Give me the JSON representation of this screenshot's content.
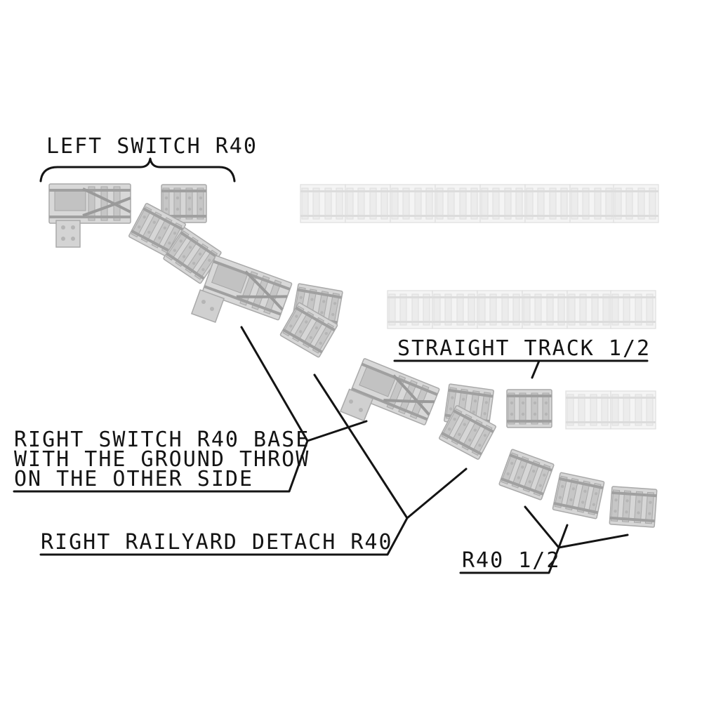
{
  "labels": {
    "left_switch": "LEFT SWITCH R40",
    "straight_track": "STRAIGHT TRACK 1/2",
    "right_switch_line1": "RIGHT SWITCH R40  BASE",
    "right_switch_line2": "WITH THE GROUND THROW",
    "right_switch_line3": "ON THE OTHER SIDE",
    "railyard_detach": "RIGHT RAILYARD DETACH R40",
    "r40_half": "R40 1/2"
  },
  "colors": {
    "ink": "#141414",
    "track_base": "#d4d4d4",
    "track_sleeper": "#c4c4c4",
    "track_rail": "#9a9a9a",
    "ghost_track": "#f2f2f2",
    "ghost_edge": "#dcdcdc"
  }
}
